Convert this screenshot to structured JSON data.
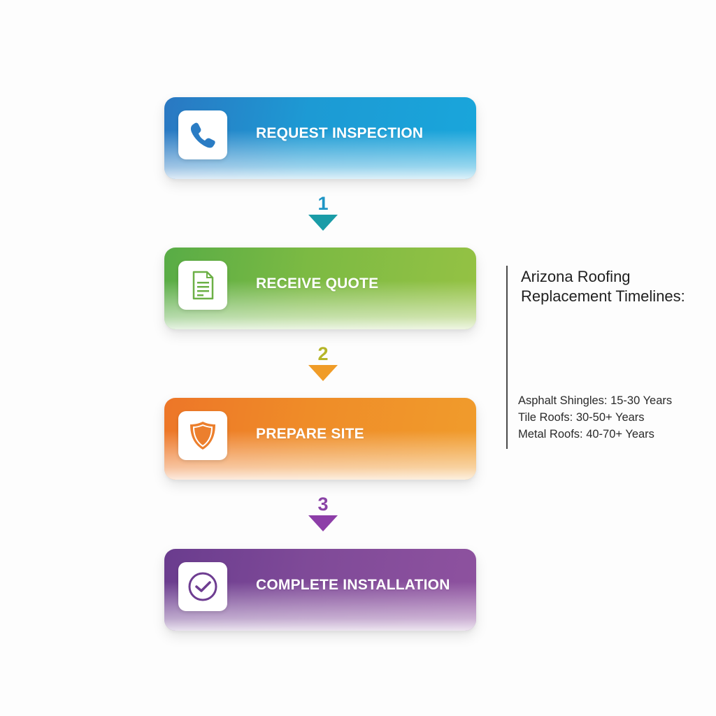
{
  "steps": [
    {
      "label": "REQUEST INSPECTION",
      "icon": "phone-icon",
      "color": "#1d9ad4"
    },
    {
      "label": "RECEIVE QUOTE",
      "icon": "document-icon",
      "color": "#7cba43"
    },
    {
      "label": "PREPARE SITE",
      "icon": "shield-icon",
      "color": "#ef8c28"
    },
    {
      "label": "COMPLETE INSTALLATION",
      "icon": "check-circle-icon",
      "color": "#7f4a98"
    }
  ],
  "connectors": [
    {
      "number": "1",
      "color": "#1a9ca7"
    },
    {
      "number": "2",
      "color": "#f09c28"
    },
    {
      "number": "3",
      "color": "#8d3ea8"
    }
  ],
  "side_panel": {
    "title": "Arizona Roofing Replacement Timelines:",
    "items": [
      "Asphalt Shingles: 15-30 Years",
      "Tile Roofs: 30-50+ Years",
      "Metal Roofs: 40-70+ Years"
    ]
  }
}
